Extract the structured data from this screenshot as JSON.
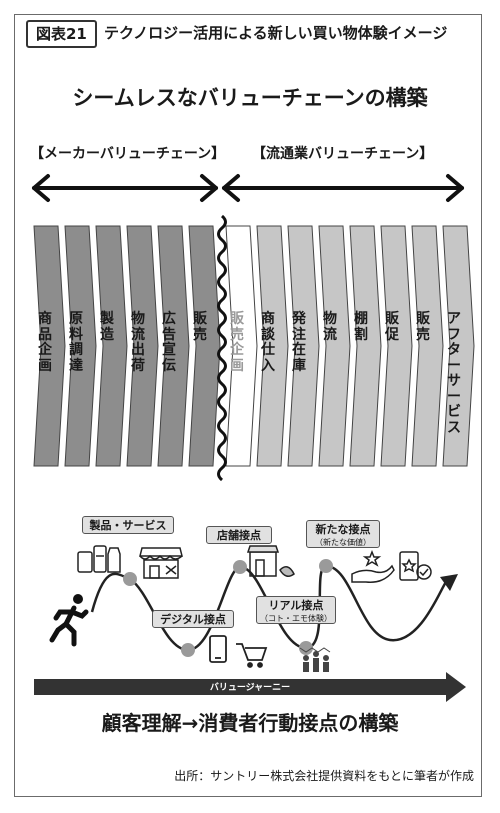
{
  "header": {
    "figure_label": "図表21",
    "figure_title": "テクノロジー活用による新しい買い物体験イメージ"
  },
  "main_title": "シームレスなバリューチェーンの構築",
  "maker_chain": {
    "label": "【メーカーバリューチェーン】",
    "stages": [
      "商品企画",
      "原料調達",
      "製造",
      "物流出荷",
      "広告宣伝",
      "販売"
    ]
  },
  "retail_chain": {
    "label": "【流通業バリューチェーン】",
    "stages": [
      "販売企画",
      "商談仕入",
      "発注在庫",
      "物流",
      "棚割",
      "販促",
      "販売",
      "アフターサービス"
    ]
  },
  "journey": {
    "touchpoints": [
      {
        "label": "製品・サービス",
        "sub": ""
      },
      {
        "label": "デジタル接点",
        "sub": ""
      },
      {
        "label": "店舗接点",
        "sub": ""
      },
      {
        "label": "リアル接点",
        "sub": "（コト・エモ体験）"
      },
      {
        "label": "新たな接点",
        "sub": "（新たな価値）"
      }
    ],
    "arrow_label": "バリュージャーニー"
  },
  "bottom_title": "顧客理解→消費者行動接点の構築",
  "source": "出所：サントリー株式会社提供資料をもとに筆者が作成",
  "colors": {
    "maker_stage": "#8d8d8d",
    "retail_stage": "#c6c6c6",
    "first_retail_stage": "#ffffff",
    "dot": "#9a9a9a",
    "touchpoint_box": "#e1e1e1",
    "arrow": "#333333"
  },
  "icons": [
    "runner-icon",
    "products-icon",
    "shop-icon",
    "phone-icon",
    "cart-icon",
    "store-icon",
    "people-icon",
    "hand-star-icon",
    "smartphone-star-icon"
  ]
}
